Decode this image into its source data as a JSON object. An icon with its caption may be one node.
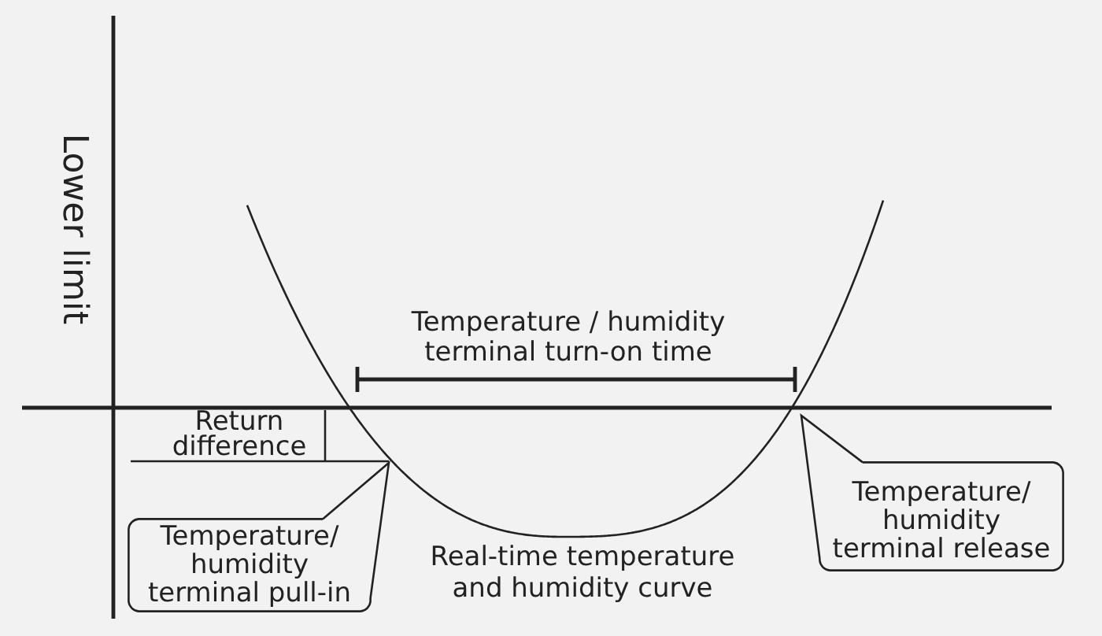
{
  "diagram": {
    "nodes": [
      {
        "text": [
          "Temperature/ humidity terminal pull-in"
        ]
      },
      {
        "text": [
          "Temperature/ humidity terminal release"
        ]
      }
    ],
    "edges": [
      {
        "from": 0,
        "to": null,
        "arrow": "none"
      },
      {
        "from": 1,
        "to": null,
        "arrow": "none"
      }
    ],
    "labels": [
      "Lower limit",
      "Temperature / humidity terminal turn-on time",
      "Return difference",
      "Real-time temperature and humidity curve"
    ]
  }
}
